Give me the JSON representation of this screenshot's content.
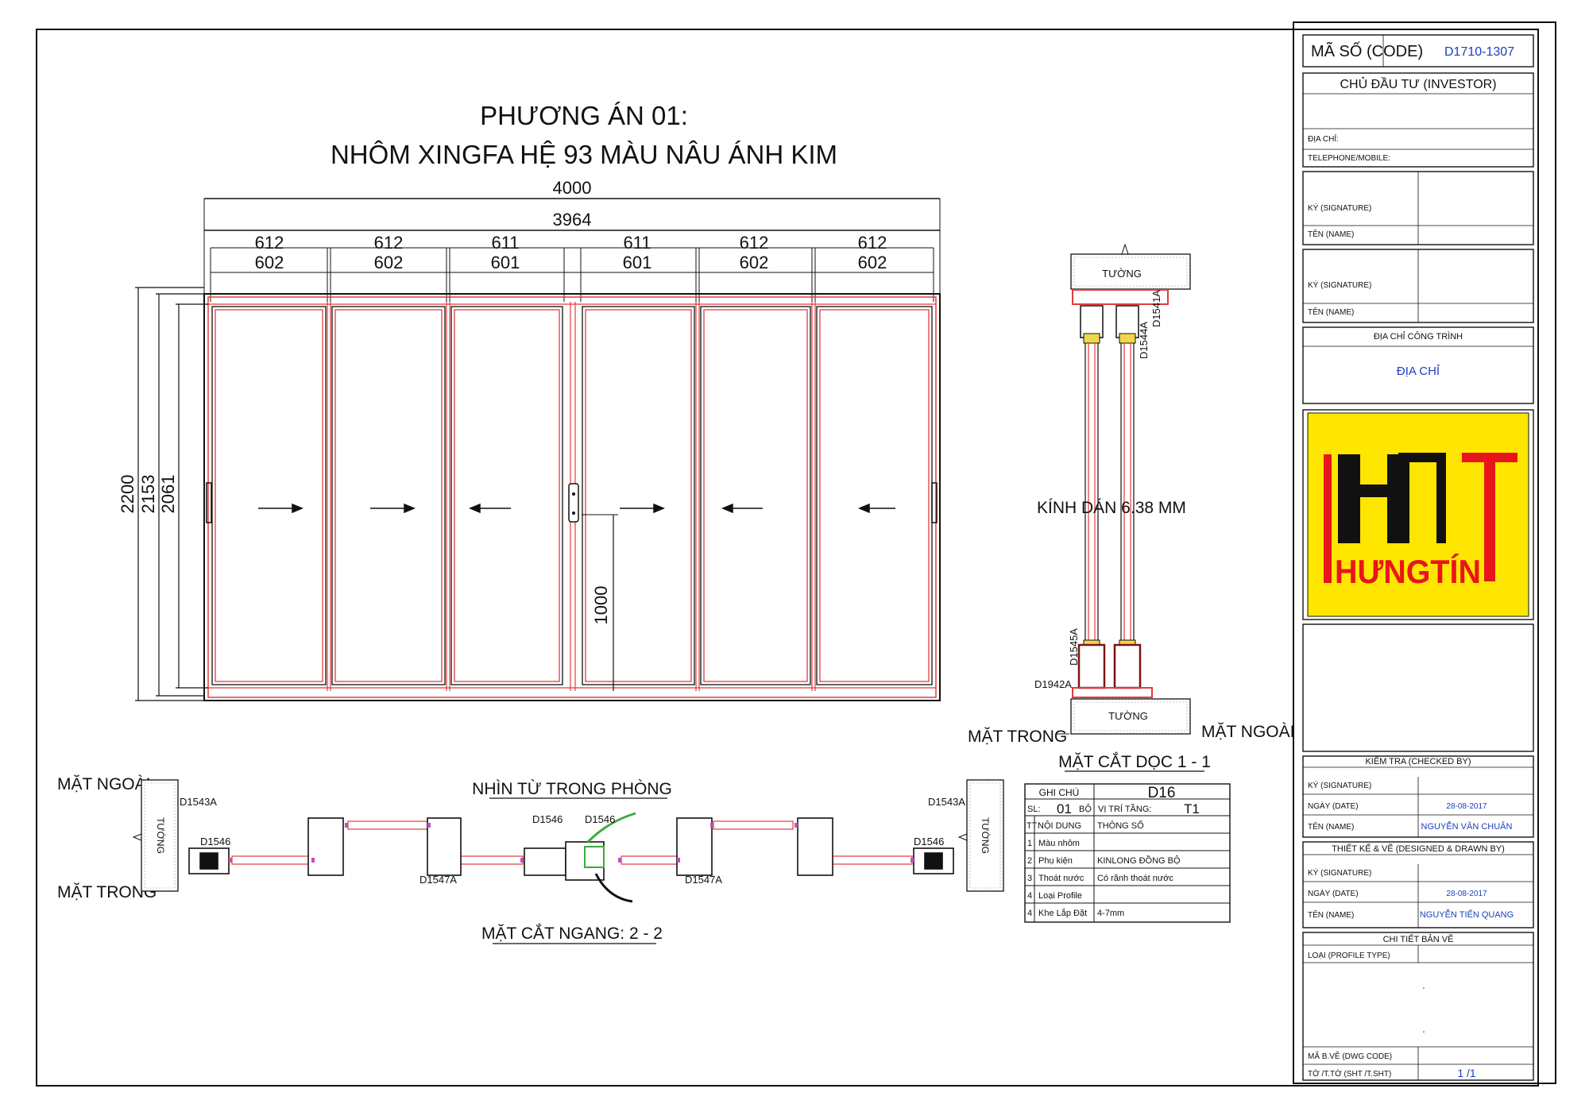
{
  "title": {
    "line1": "PHƯƠNG ÁN 01:",
    "line2": "NHÔM  XINGFA HỆ 93 MÀU NÂU ÁNH KIM"
  },
  "elevation": {
    "total_width": "4000",
    "inner_width": "3964",
    "panel_top": [
      "612",
      "612",
      "611",
      "611",
      "612",
      "612"
    ],
    "panel_bottom": [
      "602",
      "602",
      "601",
      "601",
      "602",
      "602"
    ],
    "heights": [
      "2200",
      "2153",
      "2061"
    ],
    "handle_height": "1000",
    "arrows": [
      "right",
      "right",
      "left",
      "right",
      "left",
      "left"
    ]
  },
  "section_vertical": {
    "wall_label": "TƯỜNG",
    "glass": "KÍNH DÁN 6.38 MM",
    "codes": [
      "D1541A",
      "D1544A",
      "D1545A",
      "D1942A"
    ],
    "inside": "MẶT TRONG",
    "outside": "MẶT NGOÀI",
    "caption": "MẶT CẮT DỌC 1 - 1"
  },
  "section_horizontal": {
    "view_label": "NHÌN TỪ TRONG PHÒNG",
    "outside": "MẶT NGOÀI",
    "inside": "MẶT TRONG",
    "wall_label": "TƯỜNG",
    "codes": {
      "left_frame": "D1543A",
      "left_inner": "D1546",
      "center1": "D1546",
      "center2": "D1546",
      "left_mid": "D1547A",
      "right_mid": "D1547A",
      "right_frame": "D1543A",
      "right_inner": "D1546"
    },
    "caption": "MẶT CẮT NGANG: 2 - 2"
  },
  "notes_table": {
    "ghi_chu": "GHI CHÚ",
    "code": "D16",
    "sl_label": "SL:",
    "sl_value": "01",
    "bo": "BỘ",
    "vitri_label": "VỊ TRÍ TẦNG:",
    "vitri_value": "T1",
    "header": [
      "TT",
      "NỘI DUNG",
      "THÔNG SỐ"
    ],
    "rows": [
      [
        "1",
        "Màu nhôm",
        ""
      ],
      [
        "2",
        "Phụ kiện",
        "KINLONG ĐỒNG BỘ"
      ],
      [
        "3",
        "Thoát nước",
        "Có rãnh thoát nước"
      ],
      [
        "4",
        "Loại Profile",
        ""
      ],
      [
        "4",
        "Khe Lắp Đặt",
        "4-7mm"
      ]
    ]
  },
  "title_block": {
    "code_label": "MÃ SỐ (CODE)",
    "code_value": "D1710-1307",
    "investor": "CHỦ ĐẦU TƯ (INVESTOR)",
    "address": "ĐỊA CHỈ:",
    "phone": "TELEPHONE/MOBILE:",
    "sign": "KÝ (SIGNATURE)",
    "name": "TÊN (NAME)",
    "site_address": "ĐỊA CHỈ CÔNG TRÌNH",
    "site_value": "ĐỊA CHỈ",
    "logo_text": "HƯNGTÍN",
    "checked": "KIỂM TRA (CHECKED BY)",
    "date_label": "NGÀY (DATE)",
    "checked_date": "28-08-2017",
    "checked_name": "NGUYỄN VĂN CHUÂN",
    "designed": "THIẾT KẾ & VẼ (DESIGNED & DRAWN BY)",
    "designed_date": "28-08-2017",
    "designed_name": "NGUYỄN TIẾN QUANG",
    "detail": "CHI TIẾT BẢN VẼ",
    "profile_type": "LOẠI (PROFILE TYPE)",
    "dot1": ".",
    "dot2": ".",
    "dwg_code": "MÃ B.VẼ (DWG CODE)",
    "sheet": "TỜ /T.TỜ (SHT /T.SHT)",
    "sheet_value": "1 /1"
  },
  "colors": {
    "frame_red": "#e23b3b",
    "logo_yellow": "#ffe600",
    "logo_red": "#e8151b",
    "text_blue": "#1a3fbf"
  }
}
